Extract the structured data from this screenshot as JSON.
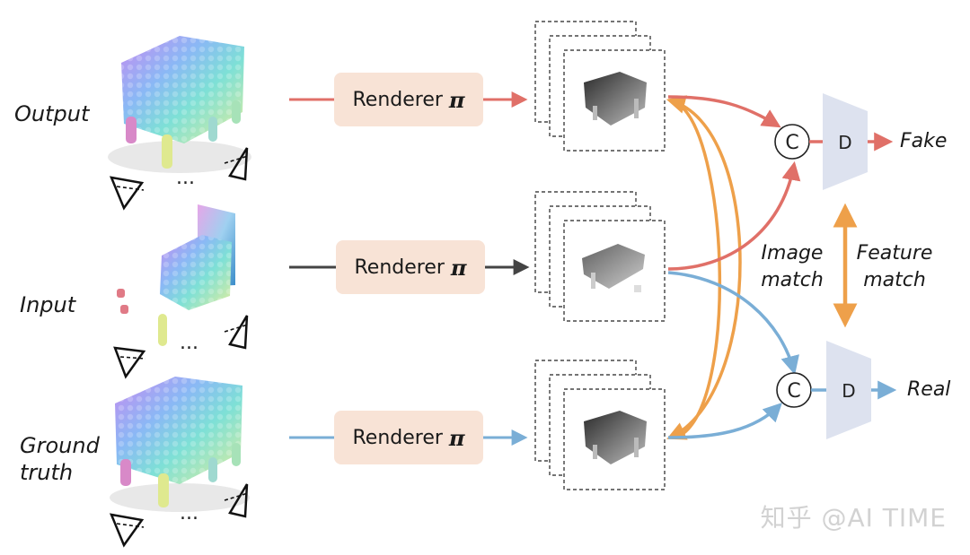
{
  "rows": {
    "output": {
      "label": "Output"
    },
    "input": {
      "label": "Input"
    },
    "ground_truth": {
      "label_line1": "Ground",
      "label_line2": "truth"
    }
  },
  "renderer": {
    "label": "Renderer",
    "symbol": "π"
  },
  "ellipsis": "...",
  "concat_symbol": "C",
  "discriminator_symbol": "D",
  "outputs": {
    "fake": "Fake",
    "real": "Real"
  },
  "annotations": {
    "image_match_line1": "Image",
    "image_match_line2": "match",
    "feature_match_line1": "Feature",
    "feature_match_line2": "match"
  },
  "watermark": "知乎 @AI TIME",
  "colors": {
    "output_path": "#e07068",
    "input_path": "#444444",
    "ground_truth_path": "#7aaed6",
    "match_arrow": "#eea04a",
    "renderer_fill": "#f8e3d6",
    "discriminator_fill": "#dde2ef"
  }
}
